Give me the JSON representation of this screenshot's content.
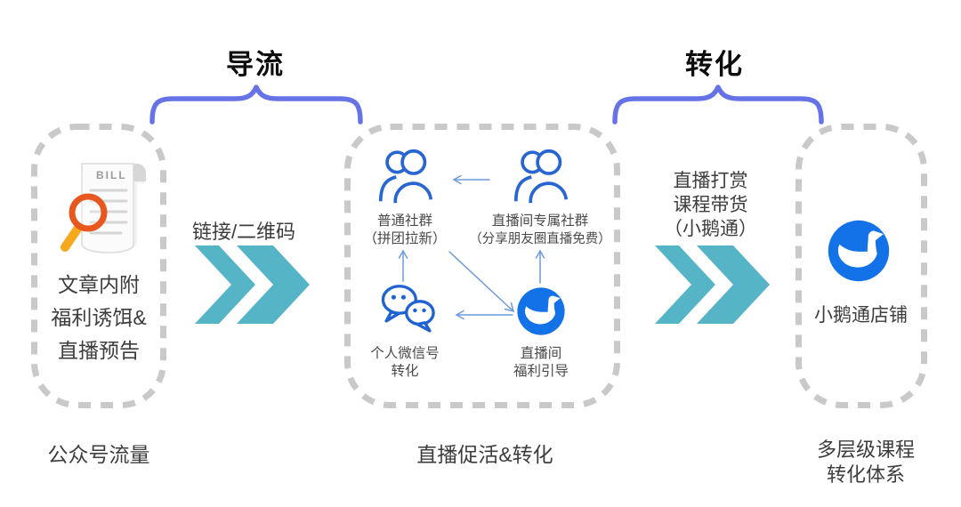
{
  "phase_labels": {
    "diversion": "导流",
    "conversion": "转化"
  },
  "left_box": {
    "icon": "bill-document-magnifier-icon",
    "doc_label": "BILL",
    "text": "文章内附\n福利诱饵&\n直播预告",
    "caption": "公众号流量"
  },
  "left_flow": {
    "label": "链接/二维码",
    "icon": "double-chevron-right-icon"
  },
  "center_box": {
    "caption": "直播促活&转化",
    "nodes": {
      "normal_group": {
        "icon": "users-group-icon",
        "title": "普通社群",
        "subtitle": "（拼团拉新）"
      },
      "live_group": {
        "icon": "users-group-icon",
        "title": "直播间专属社群",
        "subtitle": "（分享朋友圈直播免费）"
      },
      "wechat": {
        "icon": "wechat-chat-bubbles-icon",
        "label": "个人微信号\n转化"
      },
      "live_welfare": {
        "icon": "xiaoetong-goose-icon",
        "label": "直播间\n福利引导"
      }
    },
    "arrows": [
      "live-group-to-normal-group",
      "wechat-to-normal-group",
      "live-welfare-to-live-group",
      "groups-to-live-welfare",
      "live-welfare-to-wechat"
    ]
  },
  "right_flow": {
    "label": "直播打赏\n课程带货\n（小鹅通）",
    "icon": "double-chevron-right-icon"
  },
  "right_box": {
    "icon": "xiaoetong-goose-icon",
    "text": "小鹅通店铺",
    "caption": "多层级课程\n转化体系"
  },
  "colors": {
    "brace_blue": "#6673E6",
    "icon_stroke_blue": "#2766D2",
    "goose_blue": "#1472E8",
    "chevron_teal": "#55B5C6",
    "dash_gray": "#C9C9C9",
    "arrow_blue": "#6F9BDC",
    "magnifier_ring_orange": "#E8571E",
    "magnifier_handle_yellow": "#F6A91C",
    "title_black": "#0d0d0d",
    "text_gray": "#3d3d3d"
  }
}
